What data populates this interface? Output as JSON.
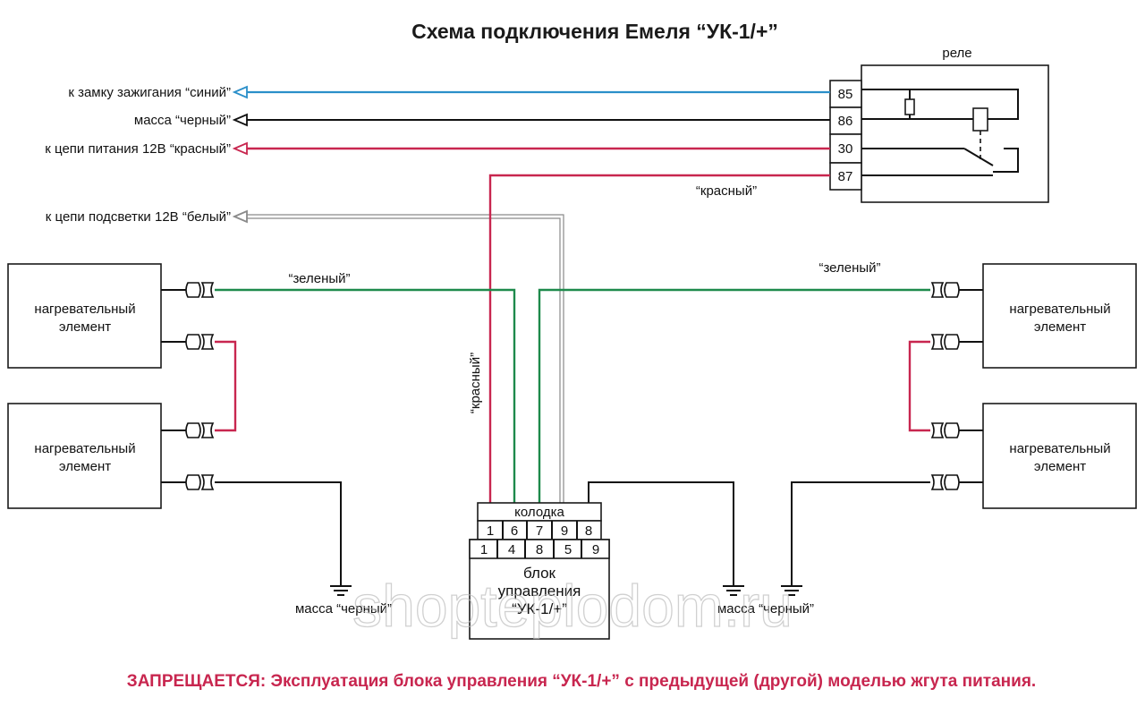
{
  "title": "Схема подключения Емеля “УК-1/+”",
  "relay": {
    "label": "реле",
    "pins": [
      "85",
      "86",
      "30",
      "87"
    ]
  },
  "left_wires": [
    {
      "label": "к замку зажигания “синий”",
      "color": "#2a8fc9"
    },
    {
      "label": "масса “черный”",
      "color": "#111111"
    },
    {
      "label": "к цепи питания 12В “красный”",
      "color": "#c8264f"
    },
    {
      "label": "к цепи подсветки 12В “белый”",
      "color": "#8a8a8a"
    }
  ],
  "wire_labels": {
    "red_from_87": "“красный”",
    "red_vertical": "“красный”",
    "green_left": "“зеленый”",
    "green_right": "“зеленый”"
  },
  "heaters": {
    "left_top": "нагревательный элемент",
    "left_bottom": "нагревательный элемент",
    "right_top": "нагревательный элемент",
    "right_bottom": "нагревательный элемент"
  },
  "heater_line1": "нагревательный",
  "heater_line2": "элемент",
  "connector_block": {
    "label": "колодка",
    "pins": [
      "1",
      "6",
      "7",
      "9",
      "8"
    ]
  },
  "control_unit": {
    "pins": [
      "1",
      "4",
      "8",
      "5",
      "9"
    ],
    "line1": "блок",
    "line2": "управления",
    "line3": "“УК-1/+”"
  },
  "ground_labels": {
    "left": "масса “черный”",
    "right": "масса “черный”"
  },
  "watermark": "shopteplodom.ru",
  "warning": "ЗАПРЕЩАЕТСЯ: Эксплуатация блока управления  “УК-1/+” с предыдущей (другой) моделью жгута питания.",
  "colors": {
    "blue": "#2a8fc9",
    "black": "#111111",
    "red": "#c8264f",
    "white_wire": "#8a8a8a",
    "green": "#1e8a4c"
  }
}
